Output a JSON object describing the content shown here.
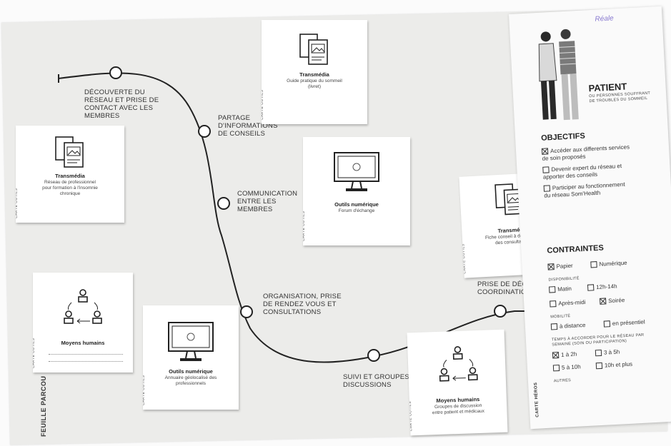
{
  "journey": {
    "steps": [
      "DÉCOUVERTE DU\nRÉSEAU ET PRISE DE\nCONTACT AVEC LES\nMEMBRES",
      "PARTAGE\nD'INFORMATIONS\nDE CONSEILS",
      "COMMUNICATION\nENTRE LES\nMEMBRES",
      "ORGANISATION, PRISE\nDE RENDEZ VOUS ET\nCONSULTATIONS",
      "SUIVI ET GROUPES DE\nDISCUSSIONS",
      "PRISE DE DÉCISIO\nCOORDINATION"
    ],
    "sheet_label": "FEUILLE PARCOU"
  },
  "cards": {
    "tag_outils": "CARTE OUTILS",
    "c1": {
      "title": "Transmédia",
      "sub": "Réseau de professionnel\npour formation à l'insomnie\nchronique"
    },
    "c2": {
      "title": "Transmédia",
      "sub": "Guide pratique du sommeil\n(livret)"
    },
    "c3": {
      "title": "Outils numérique",
      "sub": "Forum d'échange"
    },
    "c4": {
      "title": "Transmédia",
      "sub": "Fiche conseil à donner lors\ndes consultations"
    },
    "c5": {
      "title": "Moyens humains",
      "sub": ""
    },
    "c6": {
      "title": "Outils numérique",
      "sub": "Annuaire géolocalisé des\nprofessionnels"
    },
    "c7": {
      "title": "Moyens humains",
      "sub": "Groupes de discussion\nentre patient et médicaux"
    }
  },
  "hero": {
    "handwritten": "Réale",
    "name": "PATIENT",
    "desc": "OU PERSONNES SOUFFRANT\nDE TROUBLES DU SOMMEIL",
    "objectifs_title": "OBJECTIFS",
    "objectifs": [
      "Accéder aux differents services\nde soin proposés",
      "Devenir expert du réseau et\napporter des conseils",
      "Participer au fonctionnement\ndu réseau Som'Health"
    ],
    "contraintes_title": "CONTRAINTES",
    "support": [
      "Papier",
      "Numérique"
    ],
    "dispo_title": "DISPONIBILITÉ",
    "dispo": [
      "Matin",
      "12h-14h",
      "Après-midi",
      "Soirée"
    ],
    "mobilite_title": "MOBILITÉ",
    "mobilite": [
      "à distance",
      "en présentiel"
    ],
    "temps_title": "TEMPS À ACCORDER POUR LE RÉSEAU PAR\nSEMAINE (SOIN OU PARTICIPATION)",
    "temps": [
      "1 à 2h",
      "3 à 5h",
      "5 à 10h",
      "10h et plus"
    ],
    "autres": "AUTRES",
    "tag": "CARTE HÉROS"
  }
}
